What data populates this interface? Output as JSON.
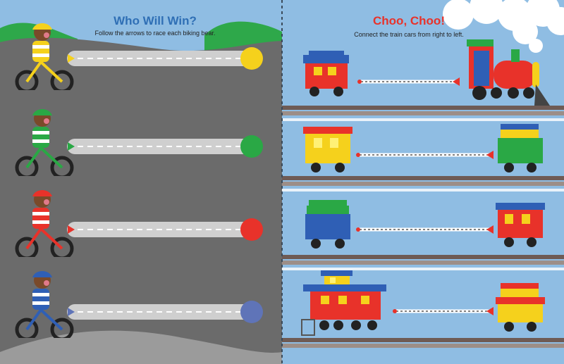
{
  "left_page": {
    "title": "Who Will Win?",
    "subtitle": "Follow the arrows to race each biking bear.",
    "lanes": [
      {
        "bear": "yellow-bear",
        "color": "#f5d11c"
      },
      {
        "bear": "green-bear",
        "color": "#2aa845"
      },
      {
        "bear": "red-bear",
        "color": "#e8322a"
      },
      {
        "bear": "blue-bear",
        "color": "#5f74b8"
      }
    ]
  },
  "right_page": {
    "title": "Choo, Choo!",
    "subtitle": "Connect the train cars from right to left."
  },
  "colors": {
    "sky": "#8fbde3",
    "road": "#6b6b6b",
    "track": "#6e5b55",
    "arrow": "#e8322a"
  }
}
